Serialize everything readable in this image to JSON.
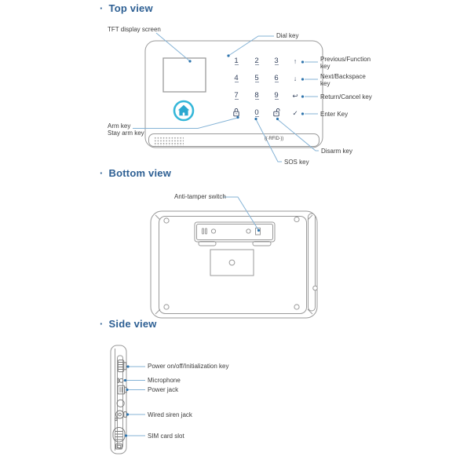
{
  "top_section": {
    "bullet": "·",
    "title": "Top view",
    "device": {
      "rfid_text": "((·RFID·))"
    },
    "keypad": {
      "digits": [
        "1",
        "2",
        "3",
        "4",
        "5",
        "6",
        "7",
        "8",
        "9",
        "0"
      ],
      "arrow_up": "↑",
      "arrow_down": "↓",
      "return_arrow": "↩",
      "check": "✓"
    },
    "callouts": {
      "tft": "TFT display screen",
      "dial": "Dial key",
      "previous": "Previous/Function key",
      "next": "Next/Backspace key",
      "return": "Return/Cancel key",
      "enter": "Enter Key",
      "arm": "Arm key",
      "stay_arm": "Stay arm key",
      "sos": "SOS key",
      "disarm": "Disarm key"
    }
  },
  "bottom_section": {
    "bullet": "·",
    "title": "Bottom view",
    "callouts": {
      "anti_tamper": "Anti-tamper switch"
    }
  },
  "side_section": {
    "bullet": "·",
    "title": "Side view",
    "callouts": {
      "power": "Power on/off/Initialization key",
      "microphone": "Microphone",
      "power_jack": "Power jack",
      "siren": "Wired siren jack",
      "sim": "SIM card slot"
    }
  },
  "colors": {
    "heading_blue": "#2d5f93",
    "callout_line": "#85b3d6",
    "callout_dot": "#2e74ad",
    "device_outline": "#9a9a9a",
    "keypad_text": "#33415c",
    "home_ring_cyan": "#35b7d9",
    "home_house_blue": "#2ba8d0"
  }
}
